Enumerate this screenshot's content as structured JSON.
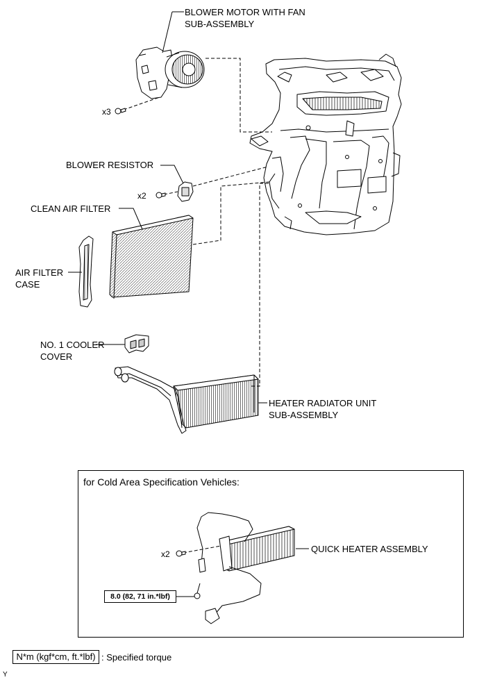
{
  "labels": {
    "blower_motor_line1": "BLOWER MOTOR WITH FAN",
    "blower_motor_line2": "SUB-ASSEMBLY",
    "blower_resistor": "BLOWER RESISTOR",
    "clean_air_filter": "CLEAN AIR FILTER",
    "air_filter_case_line1": "AIR FILTER",
    "air_filter_case_line2": "CASE",
    "cooler_cover_line1": "NO. 1 COOLER",
    "cooler_cover_line2": "COVER",
    "heater_radiator_line1": "HEATER RADIATOR UNIT",
    "heater_radiator_line2": "SUB-ASSEMBLY",
    "quick_heater": "QUICK HEATER ASSEMBLY"
  },
  "quantities": {
    "blower_motor_screws": "x3",
    "blower_resistor_screws": "x2",
    "quick_heater_screws": "x2"
  },
  "cold_area": {
    "title": "for Cold Area Specification Vehicles:",
    "torque": "8.0 (82, 71 in.*lbf)"
  },
  "legend": {
    "unit_box": "N*m (kgf*cm, ft.*lbf)",
    "description": ": Specified torque"
  },
  "corner_mark": "Y"
}
